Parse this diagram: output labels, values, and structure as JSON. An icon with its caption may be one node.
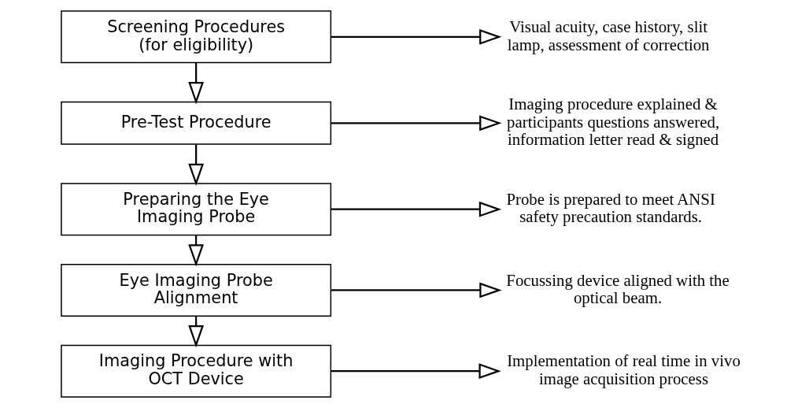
{
  "diagram": {
    "nodes": [
      {
        "text": [
          "Screening Procedures (for eligibility)"
        ]
      },
      {
        "text": [
          "Pre-Test Procedure"
        ]
      },
      {
        "text": [
          "Preparing the Eye Imaging Probe"
        ]
      },
      {
        "text": [
          "Eye Imaging Probe Alignment"
        ]
      },
      {
        "text": [
          "Imaging Procedure with OCT Device"
        ]
      },
      {
        "text": [
          "Visual acuity, case history, slit lamp, assessment of correction"
        ]
      },
      {
        "text": [
          "Imaging procedure explained & participants questions answered, information letter read & signed"
        ]
      },
      {
        "text": [
          "Probe is prepared to meet ANSI safety precaution standards."
        ]
      },
      {
        "text": [
          "Focussing device aligned with the optical beam."
        ]
      },
      {
        "text": [
          "Implementation of real time in vivo image acquisition process"
        ]
      }
    ],
    "edges": [
      {
        "from": 0,
        "to": 5,
        "arrow": "to"
      },
      {
        "from": 0,
        "to": 1,
        "arrow": "to"
      },
      {
        "from": 1,
        "to": 6,
        "arrow": "to"
      },
      {
        "from": 1,
        "to": 2,
        "arrow": "to"
      },
      {
        "from": 2,
        "to": 7,
        "arrow": "to"
      },
      {
        "from": 2,
        "to": 3,
        "arrow": "to"
      },
      {
        "from": 3,
        "to": 8,
        "arrow": "to"
      },
      {
        "from": 3,
        "to": 4,
        "arrow": "to"
      },
      {
        "from": 4,
        "to": 9,
        "arrow": "to"
      }
    ]
  }
}
